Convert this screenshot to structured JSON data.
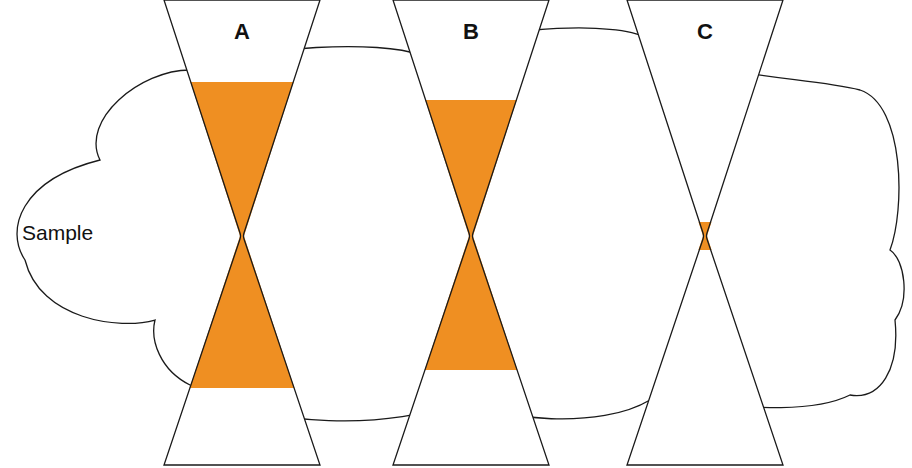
{
  "diagram": {
    "nodes": [
      {
        "text": [
          "Sample"
        ]
      },
      {
        "text": [
          "A"
        ]
      },
      {
        "text": [
          "B"
        ]
      },
      {
        "text": [
          "C"
        ]
      }
    ]
  }
}
